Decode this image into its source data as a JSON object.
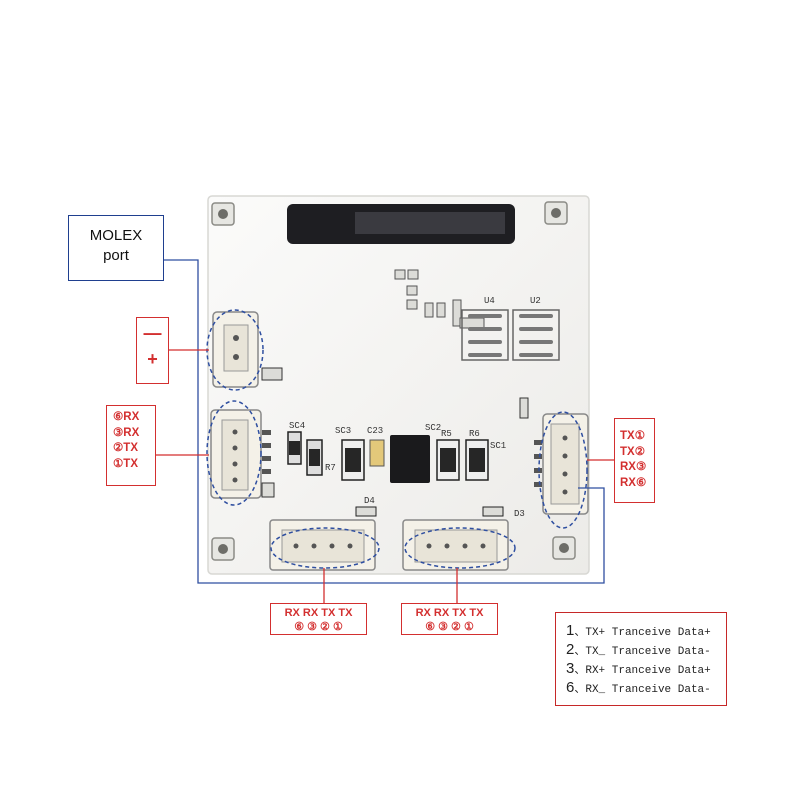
{
  "molex": {
    "line1": "MOLEX",
    "line2": "port"
  },
  "power": {
    "minus": "—",
    "plus": "+"
  },
  "left_pins": [
    "⑥RX",
    "③RX",
    "②TX",
    "①TX"
  ],
  "right_pins": [
    "TX①",
    "TX②",
    "RX③",
    "RX⑥"
  ],
  "bottom_left": {
    "top": "RX RX TX TX",
    "bottom": "⑥ ③ ② ①"
  },
  "bottom_right": {
    "top": "RX RX TX TX",
    "bottom": "⑥ ③ ② ①"
  },
  "legend": [
    {
      "num": "1",
      "text": "、TX+ Tranceive Data+"
    },
    {
      "num": "2",
      "text": "、TX_ Tranceive Data-"
    },
    {
      "num": "3",
      "text": "、RX+ Tranceive Data+"
    },
    {
      "num": "6",
      "text": "、RX_ Tranceive Data-"
    }
  ],
  "board_silkscreen": {
    "top_codes": [
      "U4",
      "U2"
    ],
    "left_codes": [
      "SC4",
      "SC3",
      "C23",
      "R7"
    ],
    "mid_codes": [
      "SC2",
      "SC1",
      "R5",
      "R6"
    ],
    "bottom_codes": [
      "D4",
      "D3"
    ]
  },
  "colors": {
    "callout_red": "#d32f2f",
    "molex_blue": "#1f3f8f",
    "leader_blue": "#2f4fa0",
    "board": "#f2f2f0"
  }
}
